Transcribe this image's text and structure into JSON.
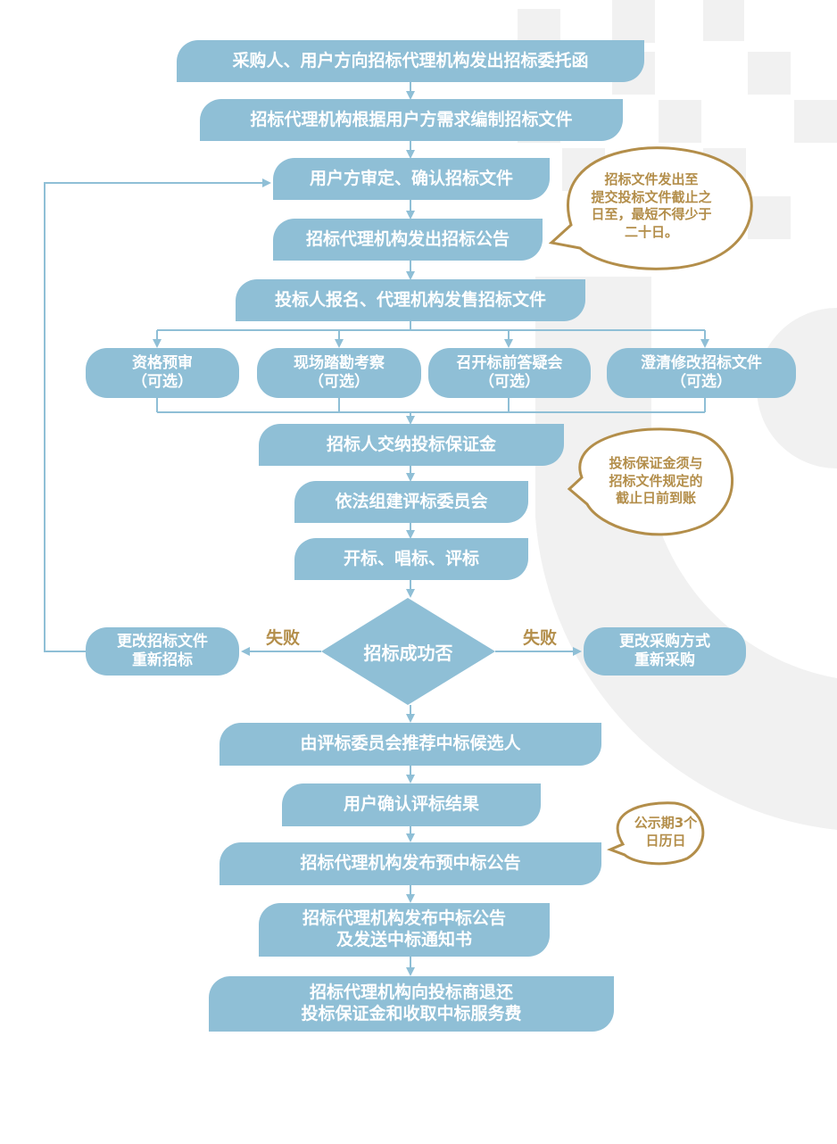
{
  "steps": {
    "s1": "采购人、用户方向招标代理机构发出招标委托函",
    "s2": "招标代理机构根据用户方需求编制招标文件",
    "s3": "用户方审定、确认招标文件",
    "s4": "招标代理机构发出招标公告",
    "s5": "投标人报名、代理机构发售招标文件",
    "b1": "资格预审\n（可选）",
    "b2": "现场踏勘考察\n（可选）",
    "b3": "召开标前答疑会\n（可选）",
    "b4": "澄清修改招标文件\n（可选）",
    "s6": "招标人交纳投标保证金",
    "s7": "依法组建评标委员会",
    "s8": "开标、唱标、评标",
    "decision": "招标成功否",
    "left_out": "更改招标文件\n重新招标",
    "right_out": "更改采购方式\n重新采购",
    "fail_left": "失败",
    "fail_right": "失败",
    "s9": "由评标委员会推荐中标候选人",
    "s10": "用户确认评标结果",
    "s11": "招标代理机构发布预中标公告",
    "s12": "招标代理机构发布中标公告\n及发送中标通知书",
    "s13": "招标代理机构向投标商退还\n投标保证金和收取中标服务费"
  },
  "notes": {
    "n1": "招标文件发出至\n提交投标文件截止之\n日至，最短不得少于\n二十日。",
    "n2": "投标保证金须与\n招标文件规定的\n截止日前到账",
    "n3": "公示期3个\n日历日"
  },
  "colors": {
    "node": "#8fbfd6",
    "line": "#8fbfd6",
    "accent": "#b38e4a"
  }
}
